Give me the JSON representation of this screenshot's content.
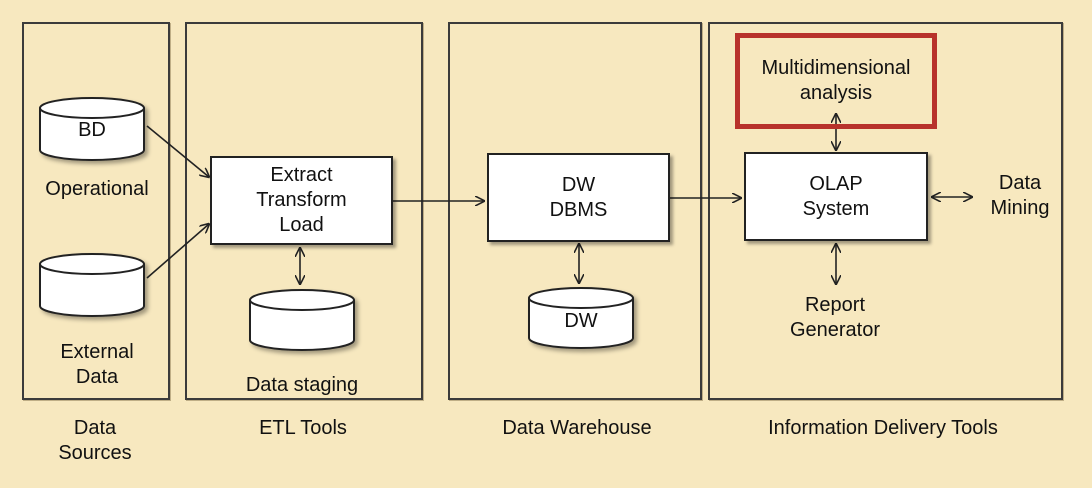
{
  "columns": {
    "data_sources": "Data\nSources",
    "etl_tools": "ETL Tools",
    "data_warehouse": "Data Warehouse",
    "information_delivery_tools": "Information Delivery Tools"
  },
  "sources": {
    "bd_cylinder": "BD",
    "operational": "Operational",
    "external": "External\nData"
  },
  "etl": {
    "process": "Extract\nTransform\nLoad",
    "staging_label": "Data staging"
  },
  "warehouse": {
    "dbms": "DW\nDBMS",
    "dw_cylinder": "DW"
  },
  "delivery": {
    "multidimensional": "Multidimensional\nanalysis",
    "olap": "OLAP\nSystem",
    "data_mining": "Data\nMining",
    "report_generator": "Report\nGenerator"
  },
  "colors": {
    "background": "#f7e8bf",
    "highlight": "#b8322b",
    "line": "#222222"
  }
}
